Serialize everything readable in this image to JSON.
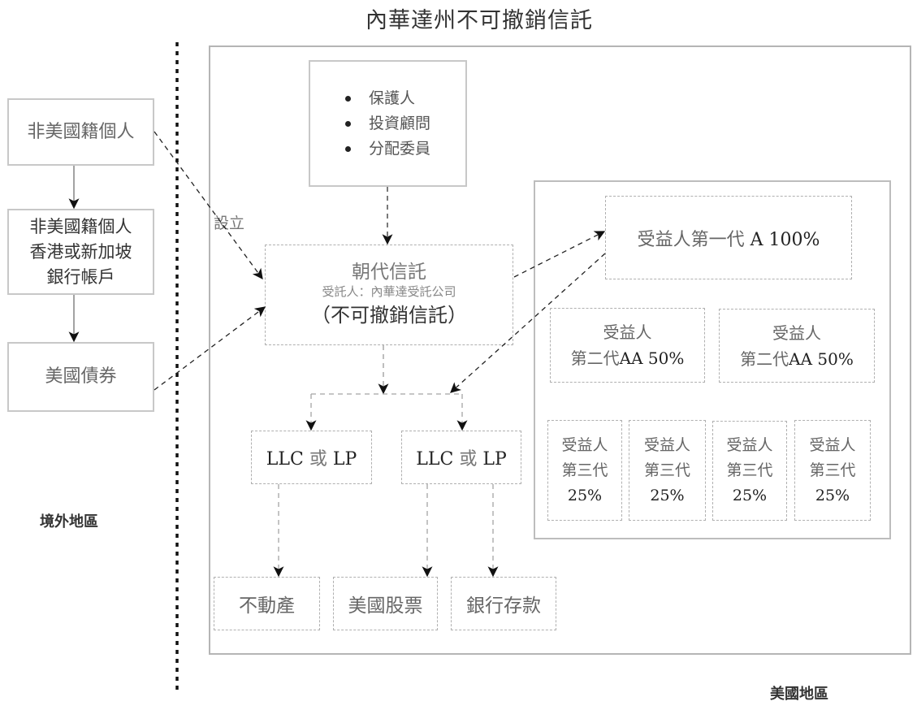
{
  "title": "內華達州不可撤銷信託",
  "regions": {
    "offshore": "境外地區",
    "us": "美國地區"
  },
  "offshore_flow": {
    "individual": "非美國籍個人",
    "bank_account": {
      "line1": "非美國籍個人",
      "line2": "香港或新加坡",
      "line3": "銀行帳戶"
    },
    "us_bonds": "美國債券"
  },
  "establish_label": "設立",
  "roles": {
    "items": [
      "保護人",
      "投資顧問",
      "分配委員"
    ]
  },
  "trust": {
    "name": "朝代信託",
    "trustee": "受託人：內華達受託公司",
    "type": "（不可撤銷信託）"
  },
  "entities": [
    {
      "prefix": "LLC",
      "mid": "或",
      "suffix": "LP"
    },
    {
      "prefix": "LLC",
      "mid": "或",
      "suffix": "LP"
    }
  ],
  "assets": [
    "不動產",
    "美國股票",
    "銀行存款"
  ],
  "beneficiaries": {
    "gen1": {
      "label": "受益人第一代",
      "name": "A",
      "share": "100%"
    },
    "gen2": [
      {
        "line1": "受益人",
        "line2_cjk": "第二代",
        "name": "AA",
        "share": "50%"
      },
      {
        "line1": "受益人",
        "line2_cjk": "第二代",
        "name": "AA",
        "share": "50%"
      }
    ],
    "gen3": [
      {
        "line1": "受益人",
        "line2": "第三代",
        "share": "25%"
      },
      {
        "line1": "受益人",
        "line2": "第三代",
        "share": "25%"
      },
      {
        "line1": "受益人",
        "line2": "第三代",
        "share": "25%"
      },
      {
        "line1": "受益人",
        "line2": "第三代",
        "share": "25%"
      }
    ]
  },
  "colors": {
    "solid_border": "#c8c8c8",
    "dashed_border": "#b0b0b0",
    "arrow": "#111111",
    "divider": "#111111"
  }
}
